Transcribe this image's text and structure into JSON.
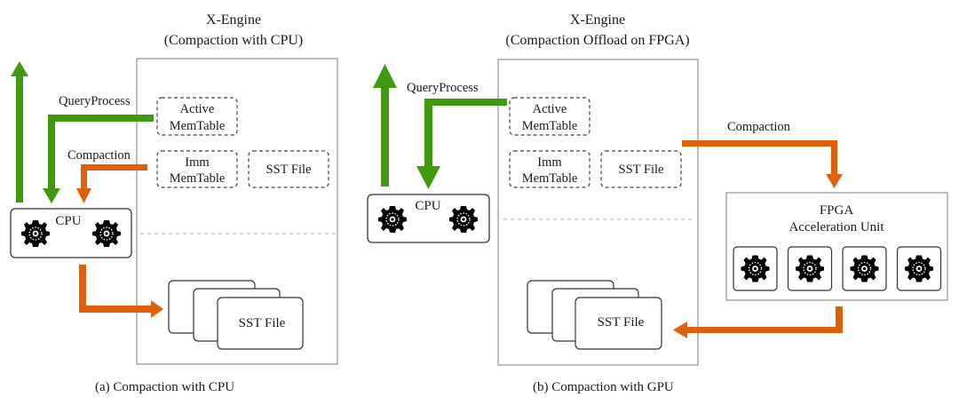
{
  "colors": {
    "query_arrow": "#3f9a10",
    "compaction_arrow": "#e0600a",
    "frame": "#9a9a9a",
    "box_border": "#333333",
    "gear": "#000000"
  },
  "panel_a": {
    "title_line1": "X-Engine",
    "title_line2": "(Compaction with  CPU)",
    "query_label": "QueryProcess",
    "compaction_label": "Compaction",
    "cpu_label": "CPU",
    "active_memtable": [
      "Active",
      "MemTable"
    ],
    "imm_memtable": [
      "Imm",
      "MemTable"
    ],
    "sst_file_small": "SST File",
    "sst_file_stack": "SST File",
    "caption": "(a)  Compaction with CPU"
  },
  "panel_b": {
    "title_line1": "X-Engine",
    "title_line2": "(Compaction Offload on FPGA)",
    "query_label": "QueryProcess",
    "compaction_label": "Compaction",
    "cpu_label": "CPU",
    "active_memtable": [
      "Active",
      "MemTable"
    ],
    "imm_memtable": [
      "Imm",
      "MemTable"
    ],
    "sst_file_small": "SST File",
    "sst_file_stack": "SST File",
    "fpga_line1": "FPGA",
    "fpga_line2": "Acceleration Unit",
    "fpga_units": 4,
    "caption": "(b)  Compaction with GPU"
  }
}
